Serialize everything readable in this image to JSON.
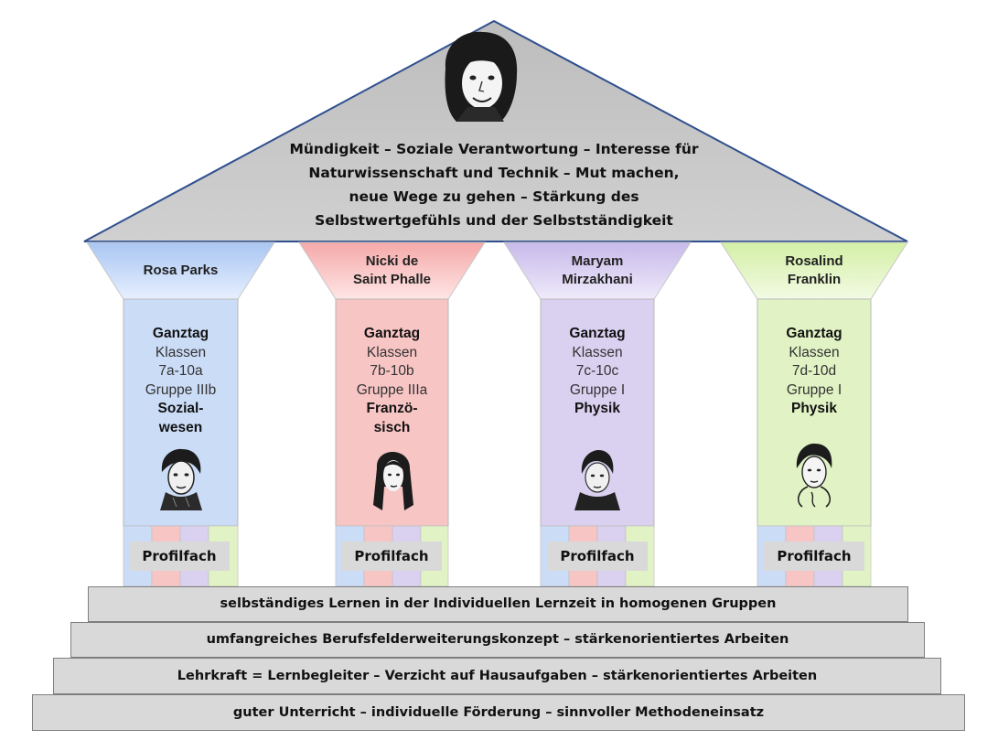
{
  "roof": {
    "lines": [
      "Mündigkeit – Soziale Verantwortung – Interesse für",
      "Naturwissenschaft und Technik – Mut machen,",
      "neue Wege zu gehen – Stärkung des",
      "Selbstwertgefühls und der Selbstständigkeit"
    ],
    "portrait_icon": "anne-frank-portrait-icon"
  },
  "pillars": [
    {
      "name_lines": [
        "Rosa Parks",
        ""
      ],
      "title": "Ganztag",
      "klassen": "Klassen",
      "range": "7a-10a",
      "gruppe": "Gruppe IIIb",
      "subject_lines": [
        "Sozial-",
        "wesen"
      ],
      "profil": "Profilfach",
      "color": "#c9dcf7",
      "portrait_icon": "rosa-parks-portrait-icon"
    },
    {
      "name_lines": [
        "Nicki de",
        "Saint Phalle"
      ],
      "title": "Ganztag",
      "klassen": "Klassen",
      "range": "7b-10b",
      "gruppe": "Gruppe IIIa",
      "subject_lines": [
        "Franzö-",
        "sisch"
      ],
      "profil": "Profilfach",
      "color": "#f9c6c6",
      "portrait_icon": "nicki-de-saint-phalle-portrait-icon"
    },
    {
      "name_lines": [
        "Maryam",
        "Mirzakhani"
      ],
      "title": "Ganztag",
      "klassen": "Klassen",
      "range": "7c-10c",
      "gruppe": "Gruppe I",
      "subject_lines": [
        "Physik",
        ""
      ],
      "profil": "Profilfach",
      "color": "#dcd2f0",
      "portrait_icon": "maryam-mirzakhani-portrait-icon"
    },
    {
      "name_lines": [
        "Rosalind",
        "Franklin"
      ],
      "title": "Ganztag",
      "klassen": "Klassen",
      "range": "7d-10d",
      "gruppe": "Gruppe I",
      "subject_lines": [
        "Physik",
        ""
      ],
      "profil": "Profilfach",
      "color": "#e3f4c8",
      "portrait_icon": "rosalind-franklin-portrait-icon"
    }
  ],
  "steps": [
    "selbständiges Lernen in der Individuellen Lernzeit in homogenen Gruppen",
    "umfangreiches Berufsfelderweiterungskonzept – stärkenorientiertes Arbeiten",
    "Lehrkraft = Lernbegleiter – Verzicht auf Hausaufgaben – stärkenorientiertes Arbeiten",
    "guter Unterricht – individuelle Förderung – sinnvoller Methodeneinsatz"
  ],
  "colors": {
    "roof": "#c9c9c9",
    "roof_border": "#2f4f8f",
    "step": "#d9d9d9",
    "blue": "#c9dcf7",
    "red": "#f9c6c6",
    "purple": "#dcd2f0",
    "green": "#e3f4c8"
  }
}
